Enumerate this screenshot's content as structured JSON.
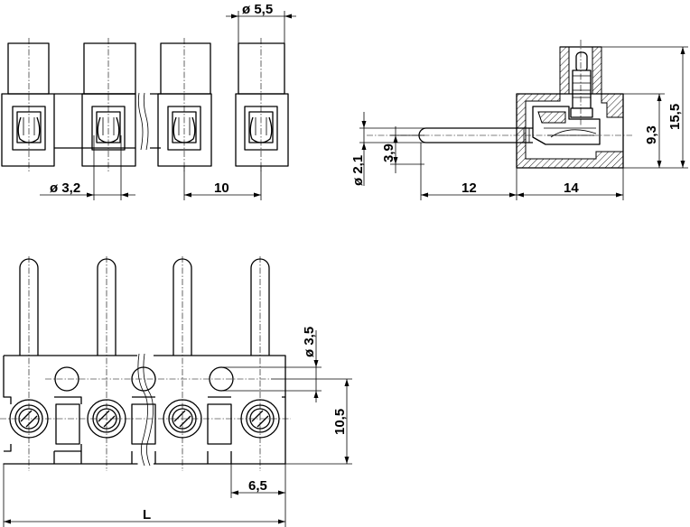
{
  "dimensions": {
    "dia_5_5": "ø 5,5",
    "dia_3_2": "ø 3,2",
    "pitch_10": "10",
    "dia_2_1": "ø 2,1",
    "dim_3_9": "3,9",
    "len_12": "12",
    "len_14": "14",
    "height_9_3": "9,3",
    "height_15_5": "15,5",
    "dia_3_5": "ø 3,5",
    "height_10_5": "10,5",
    "width_6_5": "6,5",
    "total_L": "L"
  }
}
